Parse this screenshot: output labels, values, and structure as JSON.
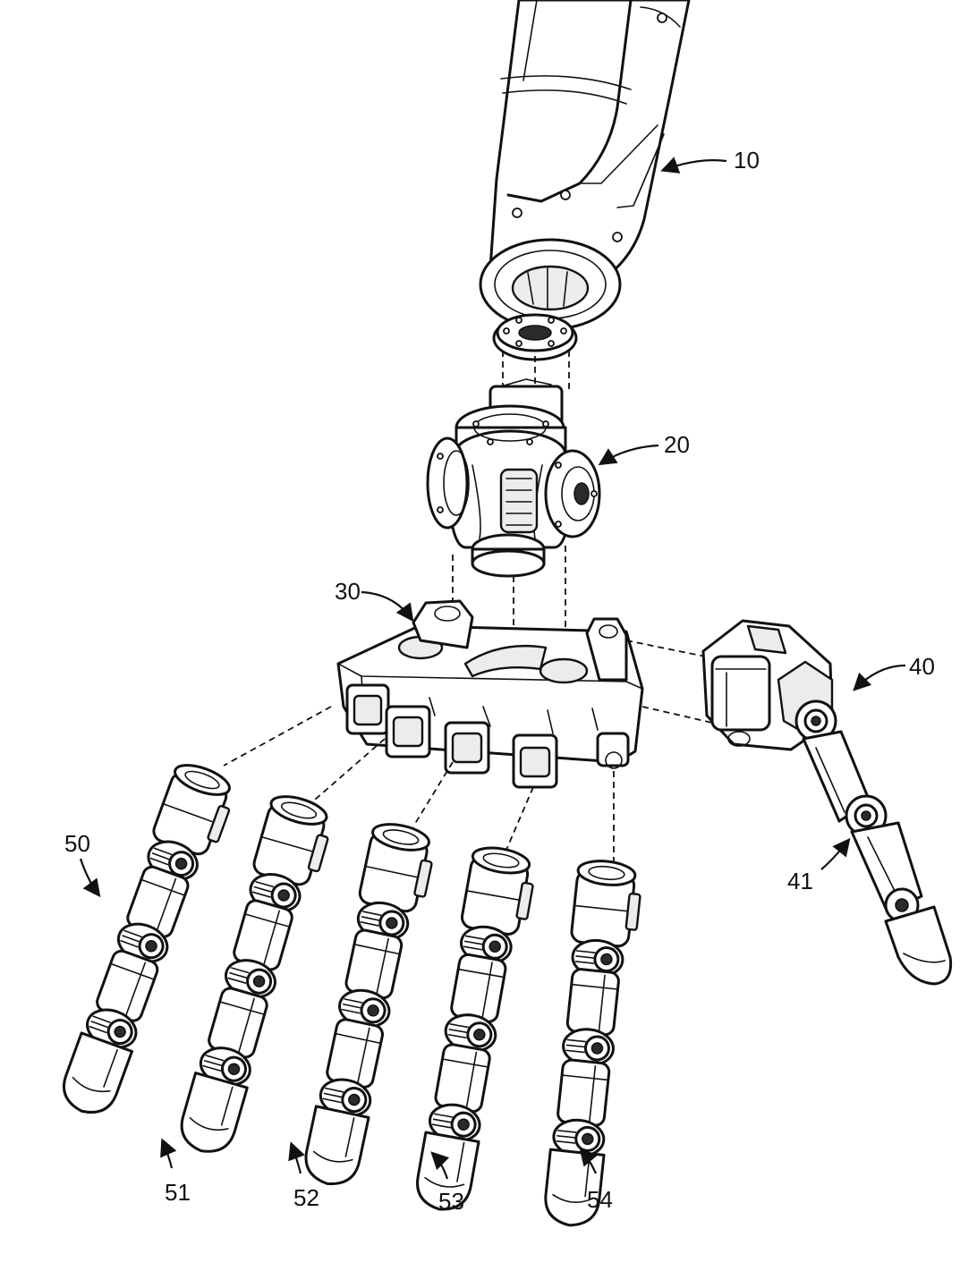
{
  "labels": {
    "arm": "10",
    "wrist": "20",
    "palm": "30",
    "thumb": "40",
    "thumb_joint": "41",
    "finger_a": "50",
    "finger_b": "51",
    "finger_c": "52",
    "finger_d": "53",
    "finger_e": "54"
  },
  "colors": {
    "line": "#111111",
    "fill": "#ffffff",
    "shade": "#ececec"
  }
}
